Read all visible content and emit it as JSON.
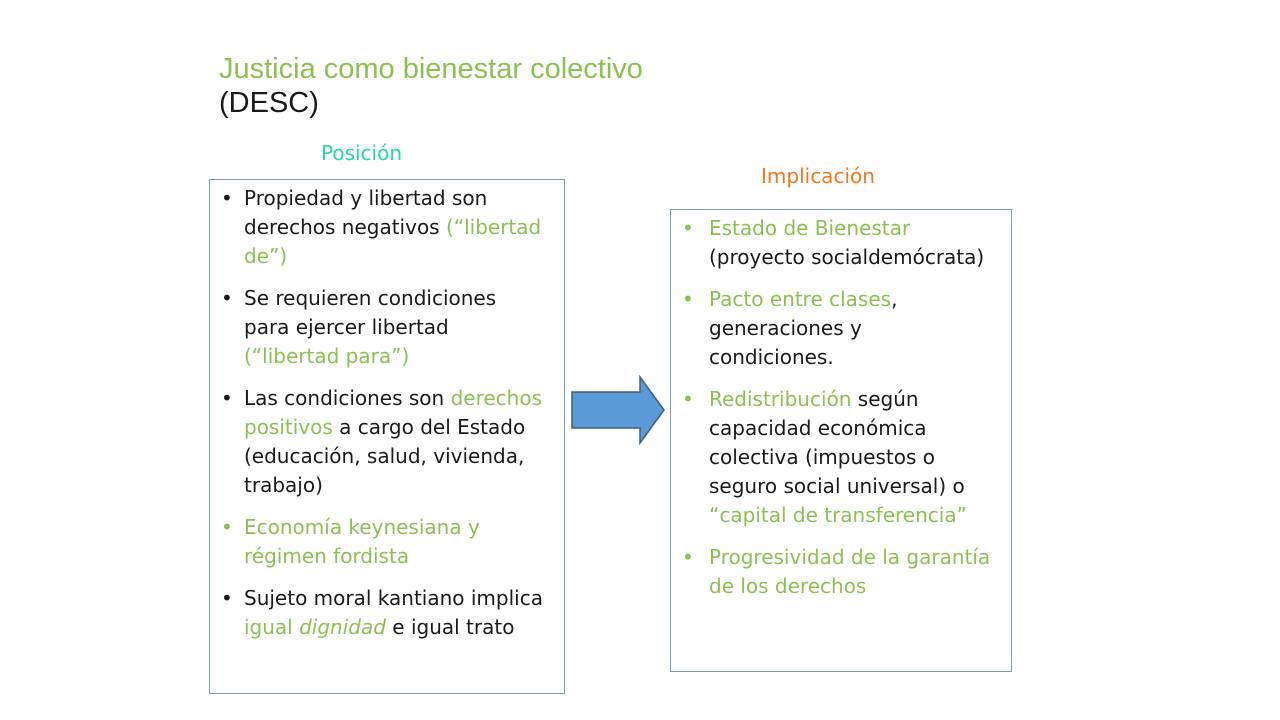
{
  "title": {
    "line1": "Justicia como bienestar colectivo",
    "line2": "(DESC)"
  },
  "position_heading": "Posición",
  "implication_heading": "Implicación",
  "bullet": "•",
  "left": {
    "item1": {
      "a": "Propiedad y libertad son derechos negativos ",
      "b": "(“libertad de”)"
    },
    "item2": {
      "a": "Se requieren condiciones para ejercer libertad ",
      "b": "(“libertad para”)"
    },
    "item3": {
      "a": "Las condiciones son ",
      "b": "derechos positivos",
      "c": " a cargo del Estado (educación, salud, vivienda, trabajo)"
    },
    "item4": {
      "a": "Economía keynesiana y régimen fordista"
    },
    "item5": {
      "a": "Sujeto moral kantiano implica ",
      "b": "igual ",
      "c": "dignidad",
      "d": " e igual trato"
    }
  },
  "right": {
    "item1": {
      "a": "Estado de Bienestar",
      "b": " (proyecto socialdemócrata)"
    },
    "item2": {
      "a": "Pacto entre clases",
      "b": ", generaciones y condiciones."
    },
    "item3": {
      "a": "Redistribución",
      "b": " según capacidad económica colectiva (impuestos o seguro social universal) o ",
      "c": "“capital de transferencia”"
    },
    "item4": {
      "a": "Progresividad de la garantía de los derechos"
    }
  },
  "colors": {
    "accent_green": "#8cc152",
    "position_teal": "#25d9a6",
    "implication_orange": "#f0771c",
    "arrow_fill": "#5b9bd5",
    "box_border": "#7aa2a8"
  },
  "icons": {
    "arrow": "right-arrow-icon"
  }
}
